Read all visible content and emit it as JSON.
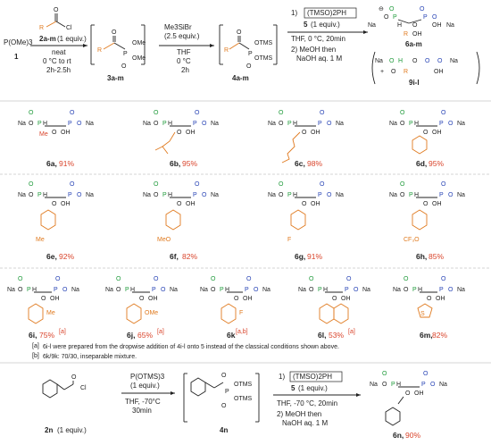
{
  "scheme1": {
    "start": "P(OMe)3",
    "start_num": "1",
    "step1": {
      "reagent": "2a-m",
      "equiv": "(1 equiv.)",
      "cond1": "neat",
      "cond2": "0 °C to rt",
      "cond3": "2h-2.5h"
    },
    "int1_num": "3a-m",
    "step2": {
      "reagent": "Me3SiBr",
      "equiv": "(2.5 equiv.)",
      "solvent": "THF",
      "temp": "0 °C",
      "time": "2h"
    },
    "int2_num": "4a-m",
    "step3": {
      "line1": "1)",
      "reagent": "(TMSO)2PH",
      "num": "5",
      "equiv": "(1 equiv.)",
      "cond": "THF, 0 °C, 20min",
      "line3": "2) MeOH then",
      "line4": "NaOH aq. 1 M"
    },
    "prod_num": "6a-m",
    "alt_num": "9i-l"
  },
  "products": [
    {
      "id": "6a",
      "sub": "Me",
      "yield": "91%"
    },
    {
      "id": "6b",
      "sub": "isobutyl",
      "yield": "95%"
    },
    {
      "id": "6c",
      "sub": "hexyl",
      "yield": "98%"
    },
    {
      "id": "6d",
      "sub": "phenyl",
      "yield": "95%"
    },
    {
      "id": "6e",
      "sub": "Me",
      "yield": "92%"
    },
    {
      "id": "6f",
      "sub": "MeO",
      "yield": "82%"
    },
    {
      "id": "6g",
      "sub": "F",
      "yield": "91%"
    },
    {
      "id": "6h",
      "sub": "CF3O",
      "yield": "85%"
    },
    {
      "id": "6i",
      "sub": "Me",
      "yield": "75%",
      "note": "[a]"
    },
    {
      "id": "6j",
      "sub": "OMe",
      "yield": "65%",
      "note": "[a]"
    },
    {
      "id": "6k",
      "sub": "F",
      "yield": "",
      "note": "[a,b]"
    },
    {
      "id": "6l",
      "sub": "naphthyl",
      "yield": "53%",
      "note": "[a]"
    },
    {
      "id": "6m",
      "sub": "thienyl",
      "yield": "82%"
    }
  ],
  "footnotes": {
    "a_mark": "[a]",
    "a_text": "6i-l were prepared from the dropwise addition of 4i-l onto 5 instead of the classical conditions shown above.",
    "b_mark": "[b]",
    "b_text": "6k/9k: 70/30, inseparable mixture."
  },
  "scheme2": {
    "start_num": "2n",
    "start_equiv": "(1 equiv.)",
    "reagent": "P(OTMS)3",
    "reagent_equiv": "(1 equiv.)",
    "cond1": "THF, -70°C",
    "cond2": "30min",
    "int_num": "4n",
    "step2": {
      "line1": "1)",
      "reagent": "(TMSO)2PH",
      "num": "5",
      "equiv": "(1 equiv.)",
      "cond": "THF, -70 °C, 20min",
      "line3": "2) MeOH then",
      "line4": "NaOH aq. 1 M"
    },
    "prod_num": "6n",
    "prod_yield": "90%"
  },
  "colors": {
    "orange": "#e07a1f",
    "green": "#1e9a3a",
    "blue": "#2743b5",
    "red": "#d9442b"
  }
}
